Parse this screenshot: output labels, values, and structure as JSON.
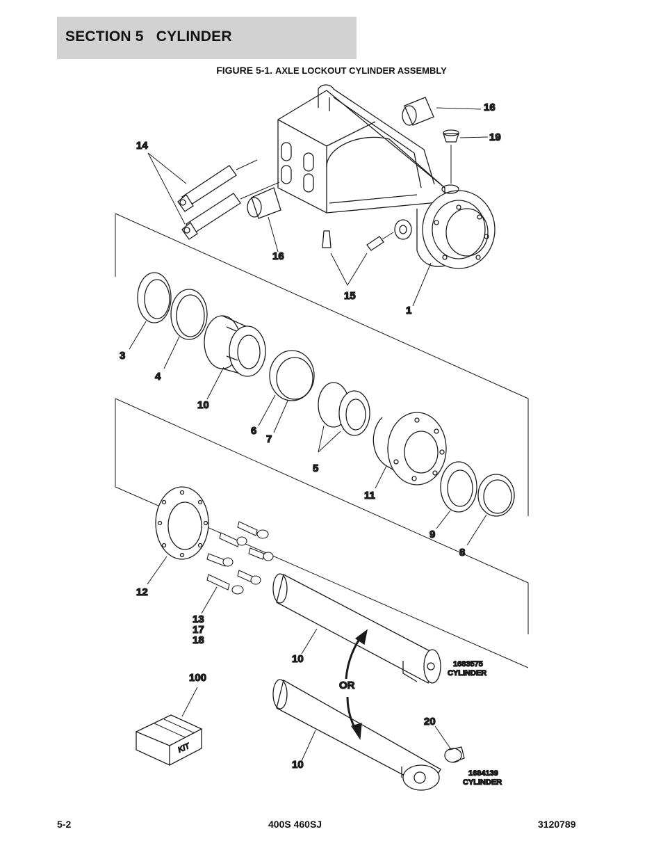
{
  "header": {
    "section": "SECTION 5   CYLINDER"
  },
  "figure": {
    "label": "FIGURE 5-1.",
    "title": "AXLE LOCKOUT CYLINDER ASSEMBLY"
  },
  "callouts": {
    "c1": "1",
    "c3": "3",
    "c4": "4",
    "c5": "5",
    "c6": "6",
    "c7": "7",
    "c8": "8",
    "c9": "9",
    "c10a": "10",
    "c10b": "10",
    "c10c": "10",
    "c11": "11",
    "c12": "12",
    "c13": "13",
    "c14": "14",
    "c15": "15",
    "c16a": "16",
    "c16b": "16",
    "c17": "17",
    "c18": "18",
    "c19": "19",
    "c20": "20",
    "c100": "100",
    "or": "OR",
    "kit": "KIT"
  },
  "variants": {
    "v1_number": "1683575",
    "v1_name": "CYLINDER",
    "v2_number": "1684139",
    "v2_name": "CYLINDER"
  },
  "footer": {
    "page": "5-2",
    "model": "400S 460SJ",
    "doc_number": "3120789"
  }
}
